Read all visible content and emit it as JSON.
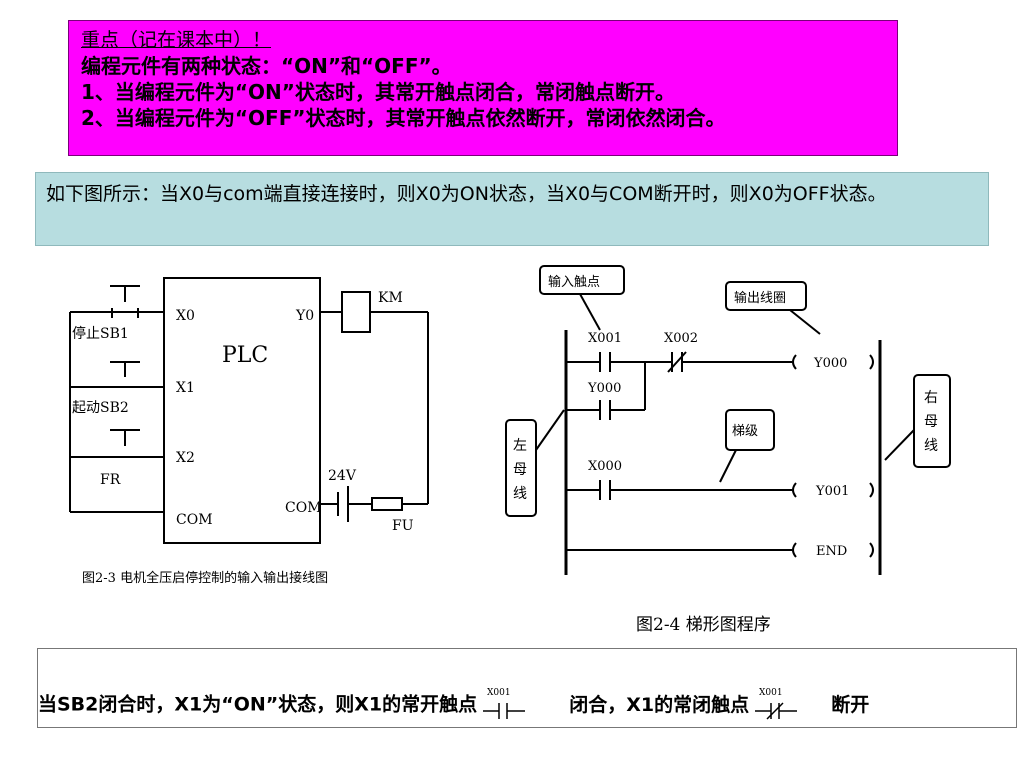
{
  "key_box": {
    "title": "重点（记在课本中）！",
    "line1": "编程元件有两种状态：“ON”和“OFF”。",
    "line2": "1、当编程元件为“ON”状态时，其常开触点闭合，常闭触点断开。",
    "line3": "2、当编程元件为“OFF”状态时，其常开触点依然断开，常闭依然闭合。"
  },
  "description": "如下图所示：当X0与com端直接连接时，则X0为ON状态，当X0与COM断开时，则X0为OFF状态。",
  "wiring_diagram": {
    "caption": "图2-3 电机全压启停控制的输入输出接线图",
    "plc_label": "PLC",
    "inputs": [
      "X0",
      "X1",
      "X2",
      "COM"
    ],
    "outputs": [
      "Y0",
      "COM"
    ],
    "switches": [
      "停止SB1",
      "起动SB2",
      "FR"
    ],
    "coil": "KM",
    "supply": "24V",
    "fuse": "FU"
  },
  "ladder_diagram": {
    "caption": "图2-4  梯形图程序",
    "callout_input": "输入触点",
    "callout_output": "输出线圈",
    "callout_left_bus": "左母线",
    "callout_right_bus": "右母线",
    "callout_rung": "梯级",
    "contacts": [
      "X001",
      "X002",
      "Y000",
      "X000"
    ],
    "coils": [
      "Y000",
      "Y001",
      "END"
    ]
  },
  "bottom": {
    "part1": "当SB2闭合时，X1为“ON”状态，则X1的常开触点",
    "part2": "闭合，X1的常闭触点",
    "part3": "断开",
    "icon_label_no": "X001",
    "icon_label_nc": "X001"
  }
}
